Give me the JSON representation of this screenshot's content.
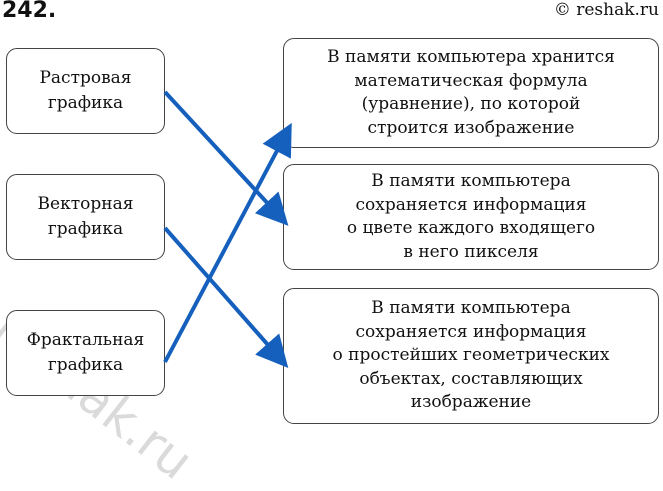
{
  "header": {
    "number": "242.",
    "site": "© reshak.ru"
  },
  "left": [
    {
      "label": "Растровая\nграфика"
    },
    {
      "label": "Векторная\nграфика"
    },
    {
      "label": "Фрактальная\nграфика"
    }
  ],
  "right": [
    {
      "text": "В памяти компьютера хранится\nматематическая формула\n(уравнение), по которой\nстроится изображение"
    },
    {
      "text": "В памяти компьютера\nсохраняется информация\nо цвете каждого входящего\nв него пикселя"
    },
    {
      "text": "В памяти компьютера\nсохраняется информация\nо простейших геометрических\nобъектах, составляющих\nизображение"
    }
  ],
  "connections": [
    {
      "from": "Растровая графика",
      "to": "о цвете каждого входящего в него пикселя"
    },
    {
      "from": "Векторная графика",
      "to": "о простейших геометрических объектах"
    },
    {
      "from": "Фрактальная графика",
      "to": "математическая формула"
    }
  ],
  "colors": {
    "arrow": "#1560bd",
    "border": "#444444"
  },
  "watermark": "reshak.ru"
}
